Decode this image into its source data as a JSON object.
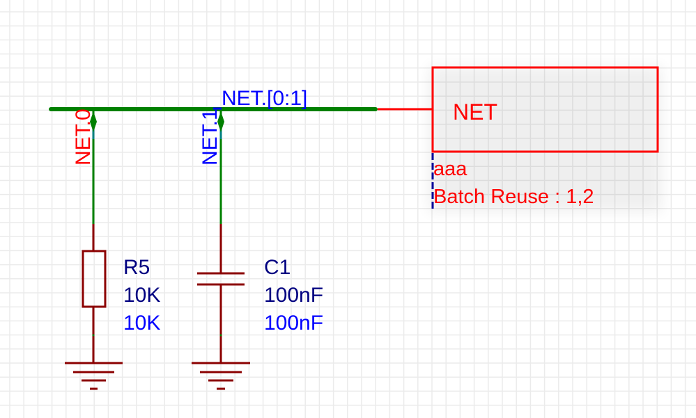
{
  "colors": {
    "background": "#ffffff",
    "grid": "#ebebeb",
    "bus": "#008000",
    "wire": "#008000",
    "pin": "#8b0000",
    "pin_stub": "#008080",
    "block_outline": "#ff0000",
    "net_label_red": "#ff0000",
    "net_label_blue": "#0000ff",
    "designator": "#000080",
    "value_blue": "#0000ff",
    "marker_blue": "#000099"
  },
  "bus": {
    "label": "NET.[0:1]"
  },
  "net_labels": [
    {
      "text": "NET.0",
      "color_key": "net_label_red"
    },
    {
      "text": "NET.1",
      "color_key": "net_label_blue"
    }
  ],
  "block": {
    "name": "NET",
    "attributes": [
      "aaa",
      "Batch Reuse : 1,2"
    ]
  },
  "components": [
    {
      "type": "resistor",
      "designator": "R5",
      "value": "10K",
      "value2": "10K"
    },
    {
      "type": "capacitor",
      "designator": "C1",
      "value": "100nF",
      "value2": "100nF"
    }
  ]
}
